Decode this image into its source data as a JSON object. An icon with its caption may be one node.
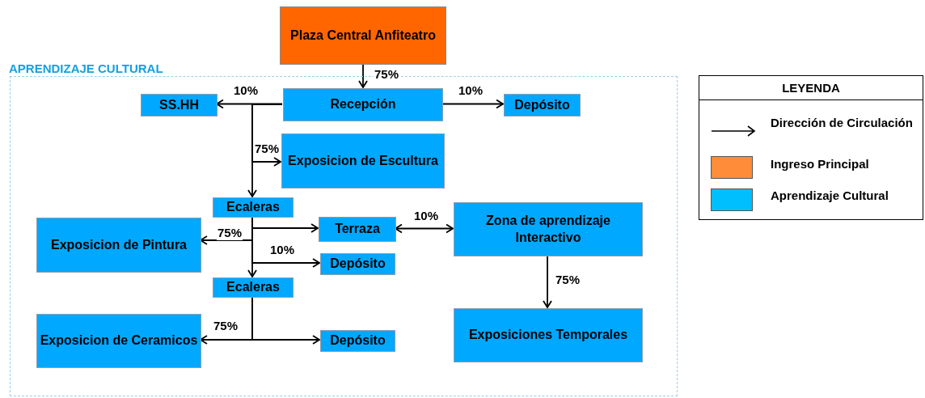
{
  "diagram": {
    "nodes": [
      {
        "text": [
          "Plaza Central Anfiteatro"
        ]
      },
      {
        "text": [
          "APRENDIZAJE CULTURAL"
        ]
      },
      {
        "text": [
          "SS.HH"
        ],
        "in": 1
      },
      {
        "text": [
          "Recepción"
        ],
        "in": 1
      },
      {
        "text": [
          "Depósito"
        ],
        "in": 1
      },
      {
        "text": [
          "Exposicion de Escultura"
        ],
        "in": 1
      },
      {
        "text": [
          "Ecaleras"
        ],
        "in": 1
      },
      {
        "text": [
          "Exposicion de Pintura"
        ],
        "in": 1
      },
      {
        "text": [
          "Terraza"
        ],
        "in": 1
      },
      {
        "text": [
          "Zona de aprendizaje Interactivo"
        ],
        "in": 1
      },
      {
        "text": [
          "Depósito"
        ],
        "in": 1
      },
      {
        "text": [
          "Ecaleras"
        ],
        "in": 1
      },
      {
        "text": [
          "Exposicion de Ceramicos"
        ],
        "in": 1
      },
      {
        "text": [
          "Depósito"
        ],
        "in": 1
      },
      {
        "text": [
          "Exposiciones Temporales"
        ],
        "in": 1
      }
    ],
    "edges": [
      {
        "from": 0,
        "to": 3,
        "arrow": "to",
        "label": "75%"
      },
      {
        "from": 3,
        "to": 2,
        "arrow": "to",
        "label": "10%"
      },
      {
        "from": 3,
        "to": 4,
        "arrow": "to",
        "label": "10%"
      },
      {
        "from": 3,
        "to": 5,
        "arrow": "to",
        "label": "75%"
      },
      {
        "from": 3,
        "to": 6,
        "arrow": "to"
      },
      {
        "from": 6,
        "to": 8,
        "arrow": "to"
      },
      {
        "from": 6,
        "to": 7,
        "arrow": "to",
        "label": "75%"
      },
      {
        "from": 6,
        "to": 10,
        "arrow": "to",
        "label": "10%"
      },
      {
        "from": 6,
        "to": 11,
        "arrow": "to"
      },
      {
        "from": 8,
        "to": 9,
        "arrow": "both",
        "label": "10%"
      },
      {
        "from": 9,
        "to": 14,
        "arrow": "to",
        "label": "75%"
      },
      {
        "from": 11,
        "to": 12,
        "arrow": "to",
        "label": "75%"
      },
      {
        "from": 11,
        "to": 13,
        "arrow": "to"
      }
    ],
    "labels": [
      "LEYENDA"
    ],
    "legend": [
      {
        "text": "Dirección de Circulación"
      },
      {
        "text": "Ingreso Principal",
        "color": "#ff8c38"
      },
      {
        "text": "Aprendizaje Cultural",
        "color": "#00bfff"
      }
    ]
  }
}
